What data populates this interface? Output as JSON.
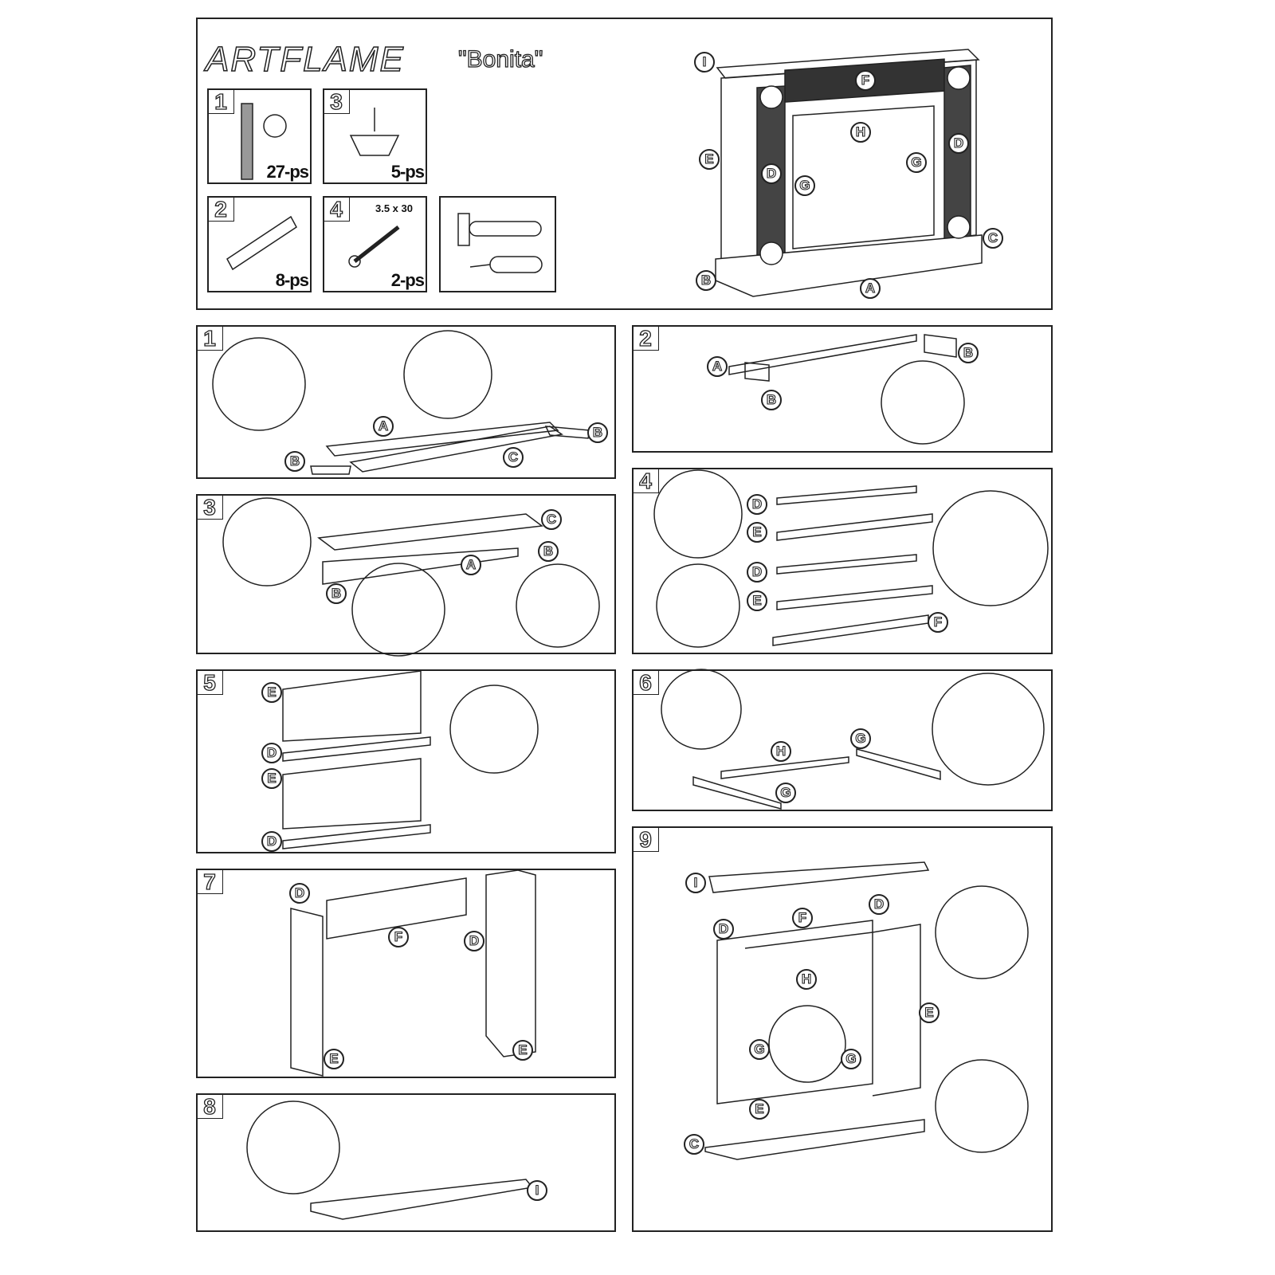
{
  "header": {
    "brand": "ARTFLAME",
    "model": "\"Bonita\""
  },
  "parts": [
    {
      "number": "1",
      "qty": "27-ps"
    },
    {
      "number": "3",
      "qty": "5-ps"
    },
    {
      "number": "2",
      "qty": "8-ps"
    },
    {
      "number": "4",
      "qty": "2-ps",
      "spec": "3.5 x 30"
    }
  ],
  "overview_labels": [
    "I",
    "F",
    "H",
    "E",
    "D",
    "G",
    "G",
    "D",
    "C",
    "B",
    "A"
  ],
  "steps": [
    {
      "number": "1",
      "labels": [
        "A",
        "C",
        "B",
        "B"
      ]
    },
    {
      "number": "2",
      "labels": [
        "A",
        "B",
        "B"
      ]
    },
    {
      "number": "3",
      "labels": [
        "C",
        "B",
        "A",
        "B"
      ]
    },
    {
      "number": "4",
      "labels": [
        "D",
        "E",
        "D",
        "E",
        "F"
      ]
    },
    {
      "number": "5",
      "labels": [
        "E",
        "D",
        "E",
        "D"
      ]
    },
    {
      "number": "6",
      "labels": [
        "H",
        "G",
        "G"
      ]
    },
    {
      "number": "7",
      "labels": [
        "D",
        "F",
        "D",
        "E",
        "E"
      ]
    },
    {
      "number": "8",
      "labels": [
        "I"
      ]
    },
    {
      "number": "9",
      "labels": [
        "I",
        "D",
        "F",
        "D",
        "H",
        "E",
        "G",
        "G",
        "E",
        "C"
      ]
    }
  ]
}
